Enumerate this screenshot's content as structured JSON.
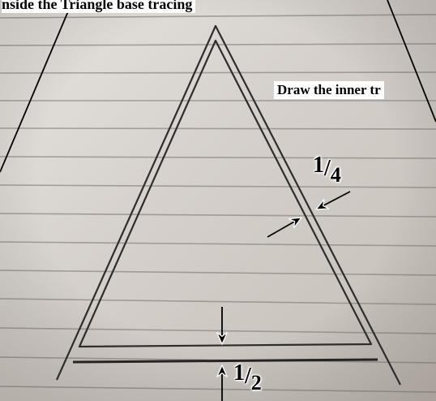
{
  "callouts": {
    "outer_caption": "nside the Triangle base tracing",
    "inner_caption": "Draw the inner tr"
  },
  "measurements": {
    "side_offset": {
      "numerator": "1",
      "denominator": "4"
    },
    "base_offset": {
      "numerator": "1",
      "denominator": "2"
    }
  },
  "colors": {
    "paper": "#d9d4cf",
    "ruled_line": "#8f8a86",
    "pencil_line": "#2f2c2c",
    "label_text": "#000000"
  }
}
